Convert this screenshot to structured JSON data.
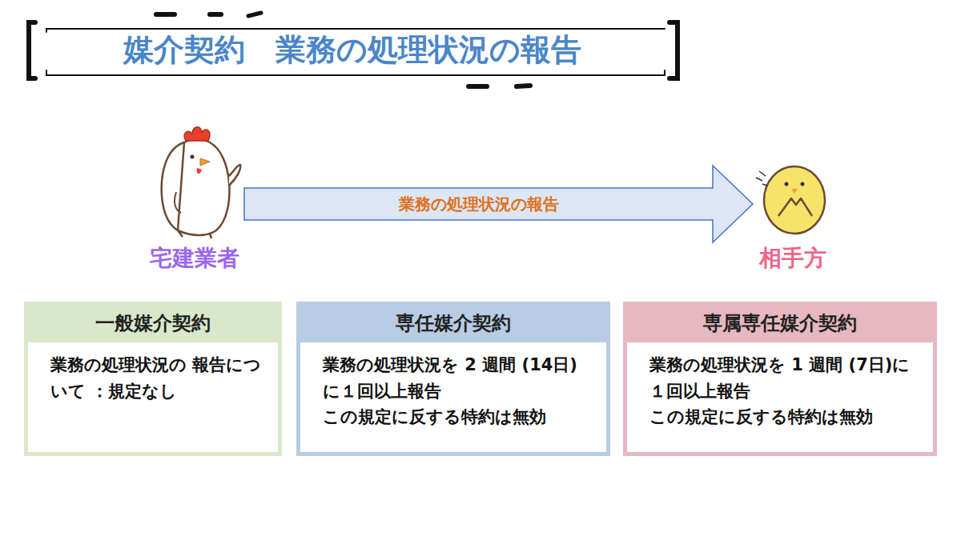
{
  "diagram": {
    "title": "媒介契約　業務の処理状況の報告",
    "nodes": [
      {
        "text": [
          "宅建業者"
        ]
      },
      {
        "text": [
          "相手方"
        ]
      },
      {
        "text": [
          "一般媒介契約",
          "業務の処理状況の 報告について ：規定なし"
        ]
      },
      {
        "text": [
          "専任媒介契約",
          "業務の処理状況を 2 週間 (14日)に１回以上報告",
          "この規定に反する特約は無効"
        ]
      },
      {
        "text": [
          "専属専任媒介契約",
          "業務の処理状況を 1 週間 (7日)に１回以上報告",
          "この規定に反する特約は無効"
        ]
      }
    ],
    "edges": [
      {
        "from": 0,
        "to": 1,
        "arrow": "to",
        "label": "業務の処理状況の報告"
      }
    ]
  }
}
